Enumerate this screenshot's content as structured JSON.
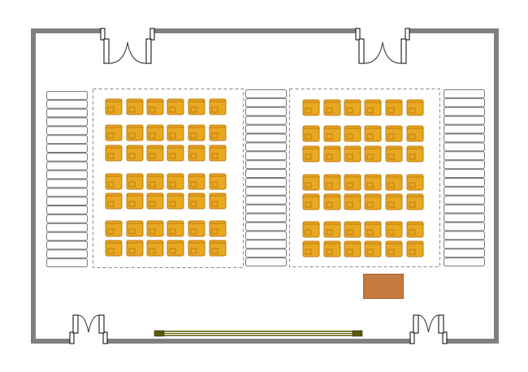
{
  "colors": {
    "wall": "#808080",
    "chair_fill": "#e8a820",
    "chair_stroke": "#c07a10",
    "table": "#c27a40",
    "table_stroke": "#a86530",
    "screen": "#5a5a00",
    "bench_stroke": "#777777",
    "divider": "#888888"
  },
  "seating": {
    "blocks": 2,
    "rows_per_block": 7,
    "chairs_per_row": 6,
    "benches_per_stack": 20,
    "bench_stacks": 3
  }
}
